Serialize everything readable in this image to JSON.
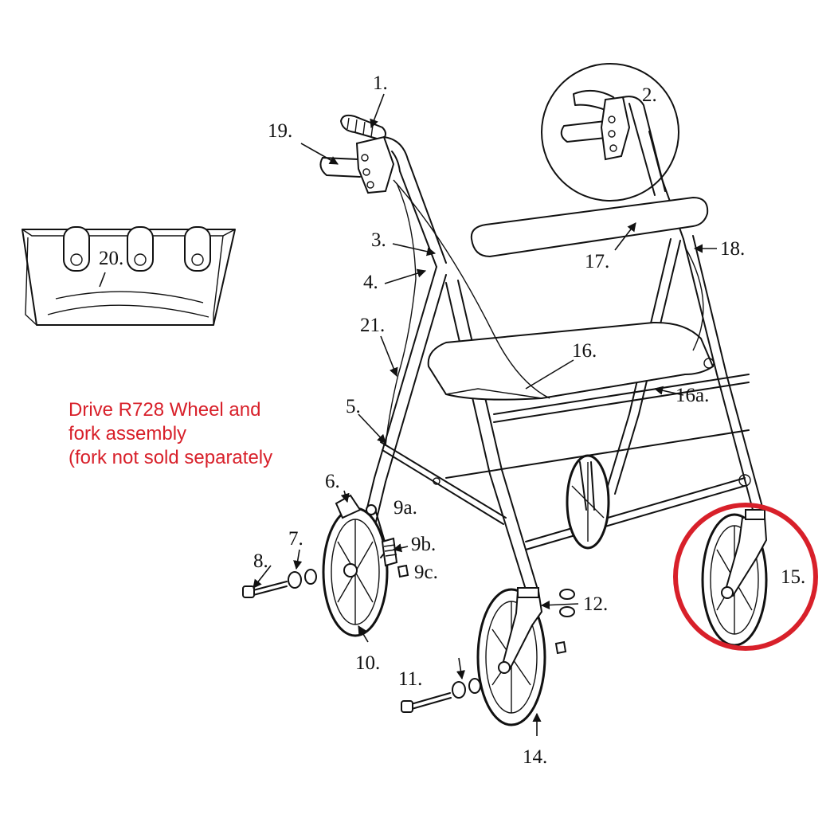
{
  "note": {
    "lines": [
      "Drive R728 Wheel and",
      "fork assembly",
      "(fork not sold separately"
    ],
    "color": "#d8202a"
  },
  "labels": {
    "p1": "1.",
    "p2": "2.",
    "p3": "3.",
    "p4": "4.",
    "p5": "5.",
    "p6": "6.",
    "p7": "7.",
    "p8": "8.",
    "p9a": "9a.",
    "p9b": "9b.",
    "p9c": "9c.",
    "p10": "10.",
    "p11": "11.",
    "p12": "12.",
    "p14": "14.",
    "p15": "15.",
    "p16": "16.",
    "p16a": "16a.",
    "p17": "17.",
    "p18": "18.",
    "p19": "19.",
    "p20": "20.",
    "p21": "21."
  },
  "highlight": {
    "color": "#d8202a",
    "part": "15."
  }
}
